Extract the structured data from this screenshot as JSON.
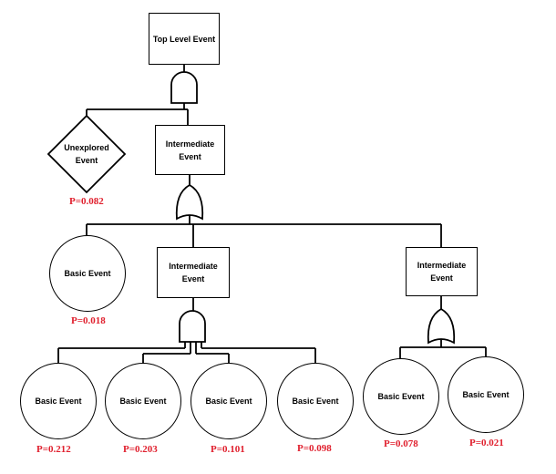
{
  "top_event": "Top Level Event",
  "unexplored": {
    "label": "Unexplored Event",
    "prob": "P=0.082"
  },
  "intermediate_1": "Intermediate Event",
  "intermediate_2": "Intermediate Event",
  "intermediate_3": "Intermediate Event",
  "basic_left": {
    "label": "Basic Event",
    "prob": "P=0.018"
  },
  "basic_under_2": [
    {
      "label": "Basic Event",
      "prob": "P=0.212"
    },
    {
      "label": "Basic Event",
      "prob": "P=0.203"
    },
    {
      "label": "Basic Event",
      "prob": "P=0.101"
    },
    {
      "label": "Basic Event",
      "prob": "P=0.098"
    }
  ],
  "basic_under_3": [
    {
      "label": "Basic Event",
      "prob": "P=0.078"
    },
    {
      "label": "Basic Event",
      "prob": "P=0.021"
    }
  ],
  "colors": {
    "line": "#000000",
    "probability": "#e0202e"
  }
}
